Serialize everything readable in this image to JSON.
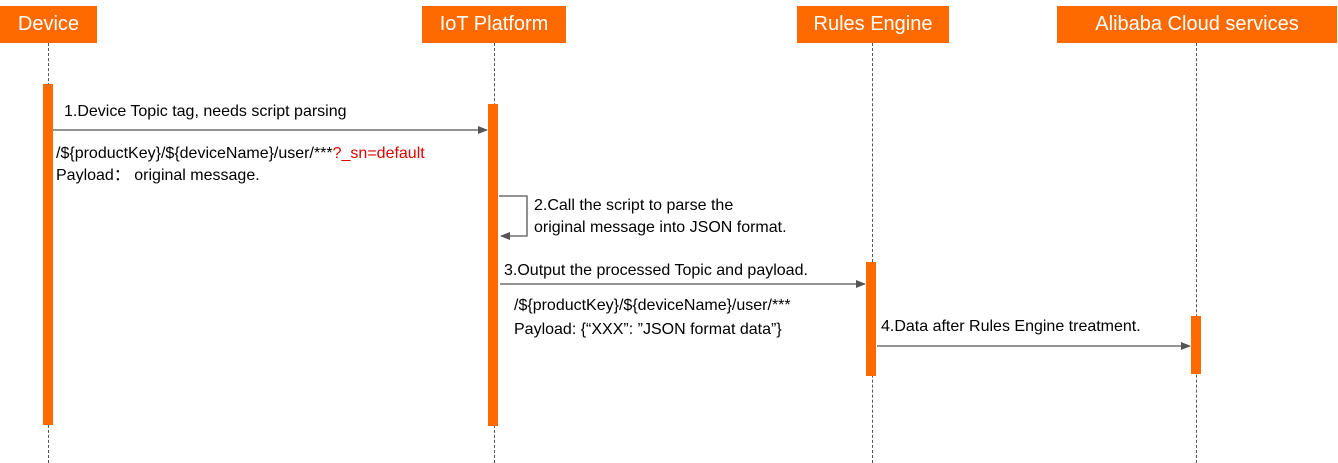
{
  "actors": {
    "device": "Device",
    "iot": "IoT Platform",
    "rules": "Rules Engine",
    "cloud": "Alibaba Cloud services"
  },
  "messages": {
    "m1": {
      "title": "1.Device Topic tag, needs script parsing",
      "topic_prefix": "/${productKey}/${deviceName}/user/***",
      "topic_suffix": "?_sn=default",
      "payload": "Payload： original message."
    },
    "m2": {
      "line1": "2.Call the script to parse the",
      "line2": "original message into JSON format."
    },
    "m3": {
      "title": "3.Output the processed Topic and payload.",
      "topic": "/${productKey}/${deviceName}/user/***",
      "payload": "Payload: {“XXX”: ”JSON format data”}"
    },
    "m4": {
      "title": "4.Data after Rules Engine treatment."
    }
  },
  "colors": {
    "accent": "#ff6a00",
    "highlight": "#e00000",
    "arrow": "#555555"
  }
}
